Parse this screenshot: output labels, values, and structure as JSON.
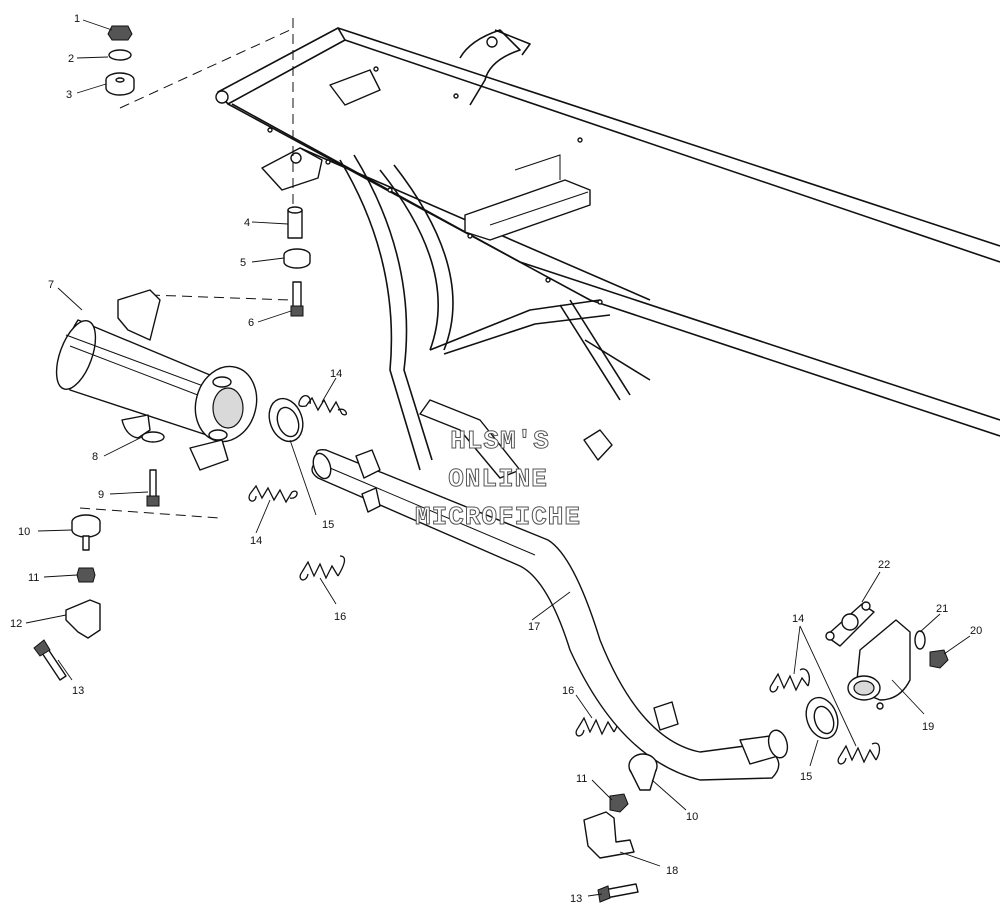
{
  "watermark": {
    "line1": "HLSM'S",
    "line2": "ONLINE",
    "line3": "MICROFICHE"
  },
  "callouts": {
    "c1": "1",
    "c2": "2",
    "c3": "3",
    "c4": "4",
    "c5": "5",
    "c6": "6",
    "c7": "7",
    "c8": "8",
    "c9": "9",
    "c10a": "10",
    "c11a": "11",
    "c12": "12",
    "c13a": "13",
    "c14a": "14",
    "c14b": "14",
    "c15a": "15",
    "c16a": "16",
    "c17": "17",
    "c14c": "14",
    "c16b": "16",
    "c22": "22",
    "c21": "21",
    "c20": "20",
    "c19": "19",
    "c15b": "15",
    "c11b": "11",
    "c10b": "10",
    "c18": "18",
    "c13b": "13"
  }
}
